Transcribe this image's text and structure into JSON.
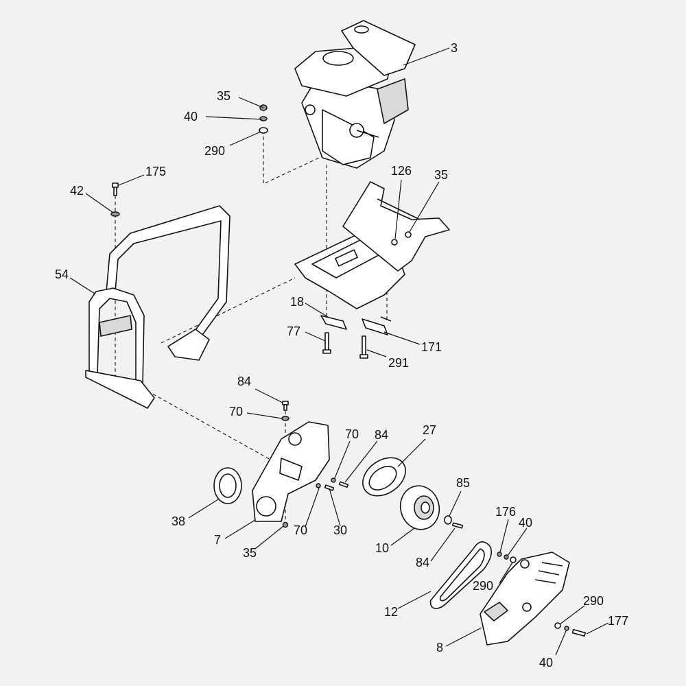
{
  "callouts": [
    {
      "id": "c3",
      "text": "3"
    },
    {
      "id": "c35a",
      "text": "35"
    },
    {
      "id": "c40a",
      "text": "40"
    },
    {
      "id": "c290a",
      "text": "290"
    },
    {
      "id": "c175",
      "text": "175"
    },
    {
      "id": "c42",
      "text": "42"
    },
    {
      "id": "c126",
      "text": "126"
    },
    {
      "id": "c35b",
      "text": "35"
    },
    {
      "id": "c54",
      "text": "54"
    },
    {
      "id": "c18",
      "text": "18"
    },
    {
      "id": "c77",
      "text": "77"
    },
    {
      "id": "c171",
      "text": "171"
    },
    {
      "id": "c291",
      "text": "291"
    },
    {
      "id": "c84a",
      "text": "84"
    },
    {
      "id": "c70a",
      "text": "70"
    },
    {
      "id": "c70b",
      "text": "70"
    },
    {
      "id": "c84b",
      "text": "84"
    },
    {
      "id": "c27",
      "text": "27"
    },
    {
      "id": "c85",
      "text": "85"
    },
    {
      "id": "c38",
      "text": "38"
    },
    {
      "id": "c7",
      "text": "7"
    },
    {
      "id": "c70c",
      "text": "70"
    },
    {
      "id": "c30",
      "text": "30"
    },
    {
      "id": "c35c",
      "text": "35"
    },
    {
      "id": "c10",
      "text": "10"
    },
    {
      "id": "c176",
      "text": "176"
    },
    {
      "id": "c40b",
      "text": "40"
    },
    {
      "id": "c84c",
      "text": "84"
    },
    {
      "id": "c290b",
      "text": "290"
    },
    {
      "id": "c12",
      "text": "12"
    },
    {
      "id": "c290c",
      "text": "290"
    },
    {
      "id": "c177",
      "text": "177"
    },
    {
      "id": "c8",
      "text": "8"
    },
    {
      "id": "c40c",
      "text": "40"
    }
  ]
}
